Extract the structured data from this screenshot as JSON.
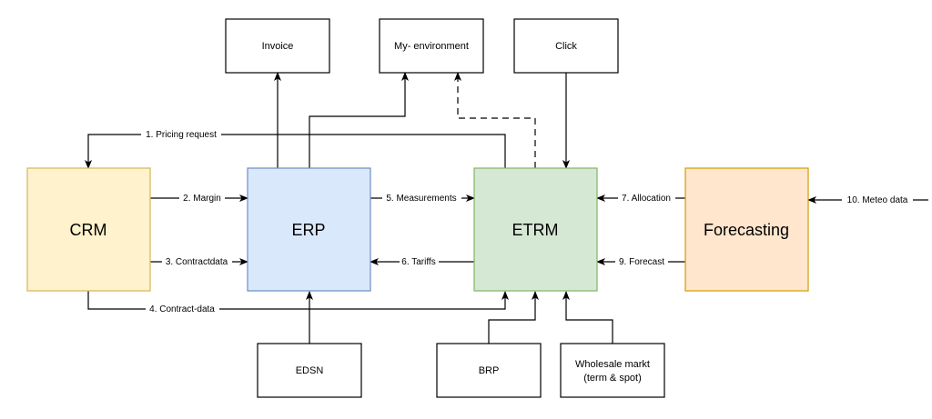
{
  "systems": {
    "crm": "CRM",
    "erp": "ERP",
    "etrm": "ETRM",
    "forecasting": "Forecasting"
  },
  "external": {
    "invoice": "Invoice",
    "my_environment": "My- environment",
    "click": "Click",
    "edsn": "EDSN",
    "brp": "BRP",
    "wholesale_line1": "Wholesale markt",
    "wholesale_line2": "(term & spot)"
  },
  "flows": {
    "f1": "1. Pricing request",
    "f2": "2. Margin",
    "f3": "3. Contractdata",
    "f4": "4. Contract-data",
    "f5": "5. Measurements",
    "f6": "6. Tariffs",
    "f7": "7. Allocation",
    "f9": "9. Forecast",
    "f10": "10. Meteo data"
  },
  "colors": {
    "crm_fill": "#fff2cc",
    "crm_stroke": "#d6b656",
    "erp_fill": "#dae8fc",
    "erp_stroke": "#6c8ebf",
    "etrm_fill": "#d5e8d4",
    "etrm_stroke": "#82b366",
    "forecasting_fill": "#ffe6cc",
    "forecasting_stroke": "#d79b00"
  }
}
